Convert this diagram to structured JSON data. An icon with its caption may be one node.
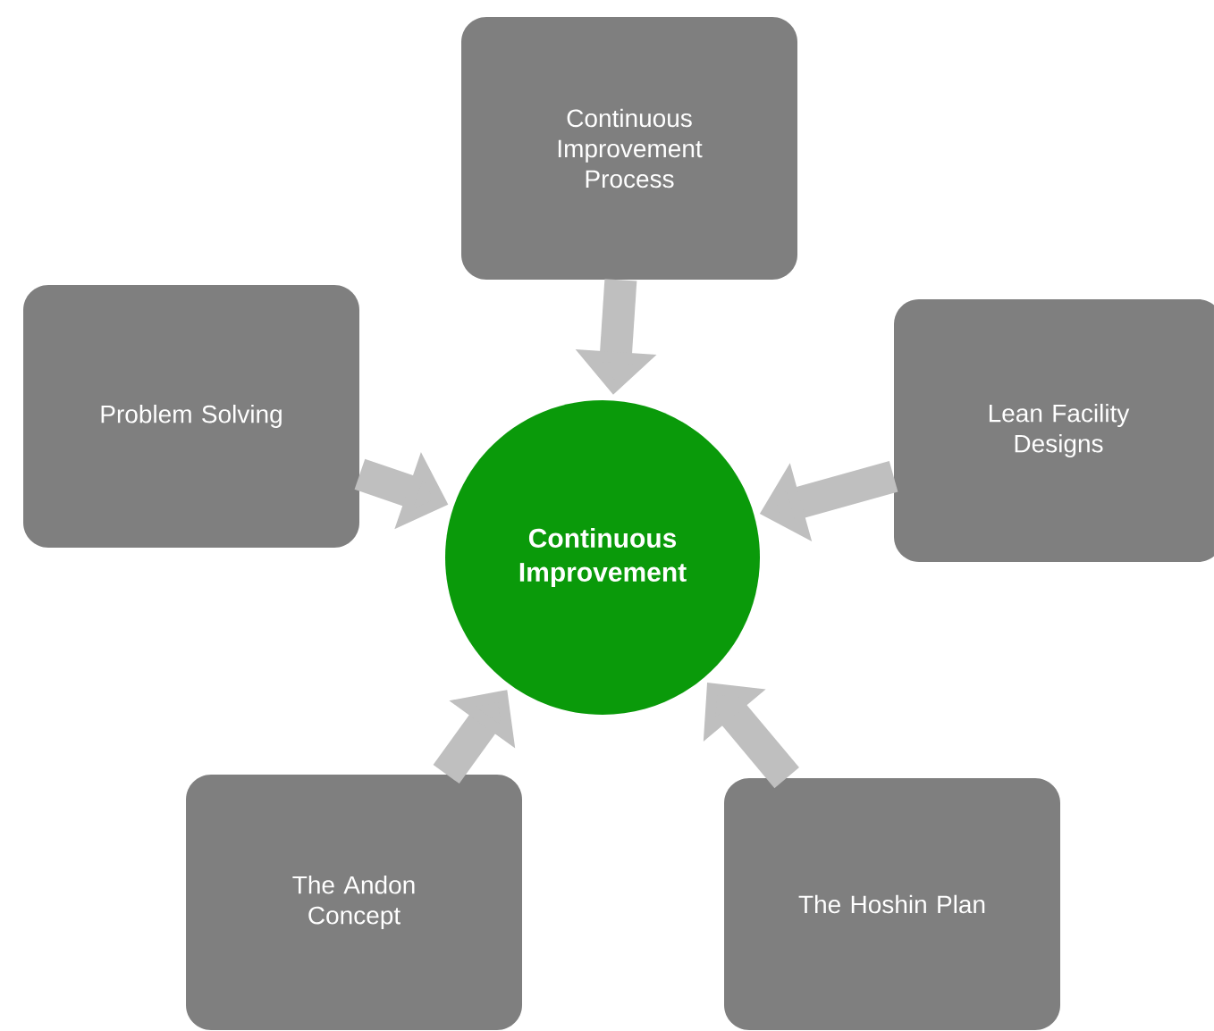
{
  "diagram": {
    "nodes": [
      {
        "text": [
          "Continuous Improvement"
        ]
      },
      {
        "text": [
          "Continuous Improvement Process"
        ]
      },
      {
        "text": [
          "Problem Solving"
        ]
      },
      {
        "text": [
          "Lean Facility Designs"
        ]
      },
      {
        "text": [
          "The Andon Concept"
        ]
      },
      {
        "text": [
          "The Hoshin Plan"
        ]
      }
    ],
    "edges": [
      {
        "from": 1,
        "to": 0,
        "arrow": "to"
      },
      {
        "from": 2,
        "to": 0,
        "arrow": "to"
      },
      {
        "from": 3,
        "to": 0,
        "arrow": "to"
      },
      {
        "from": 4,
        "to": 0,
        "arrow": "to"
      },
      {
        "from": 5,
        "to": 0,
        "arrow": "to"
      }
    ]
  }
}
